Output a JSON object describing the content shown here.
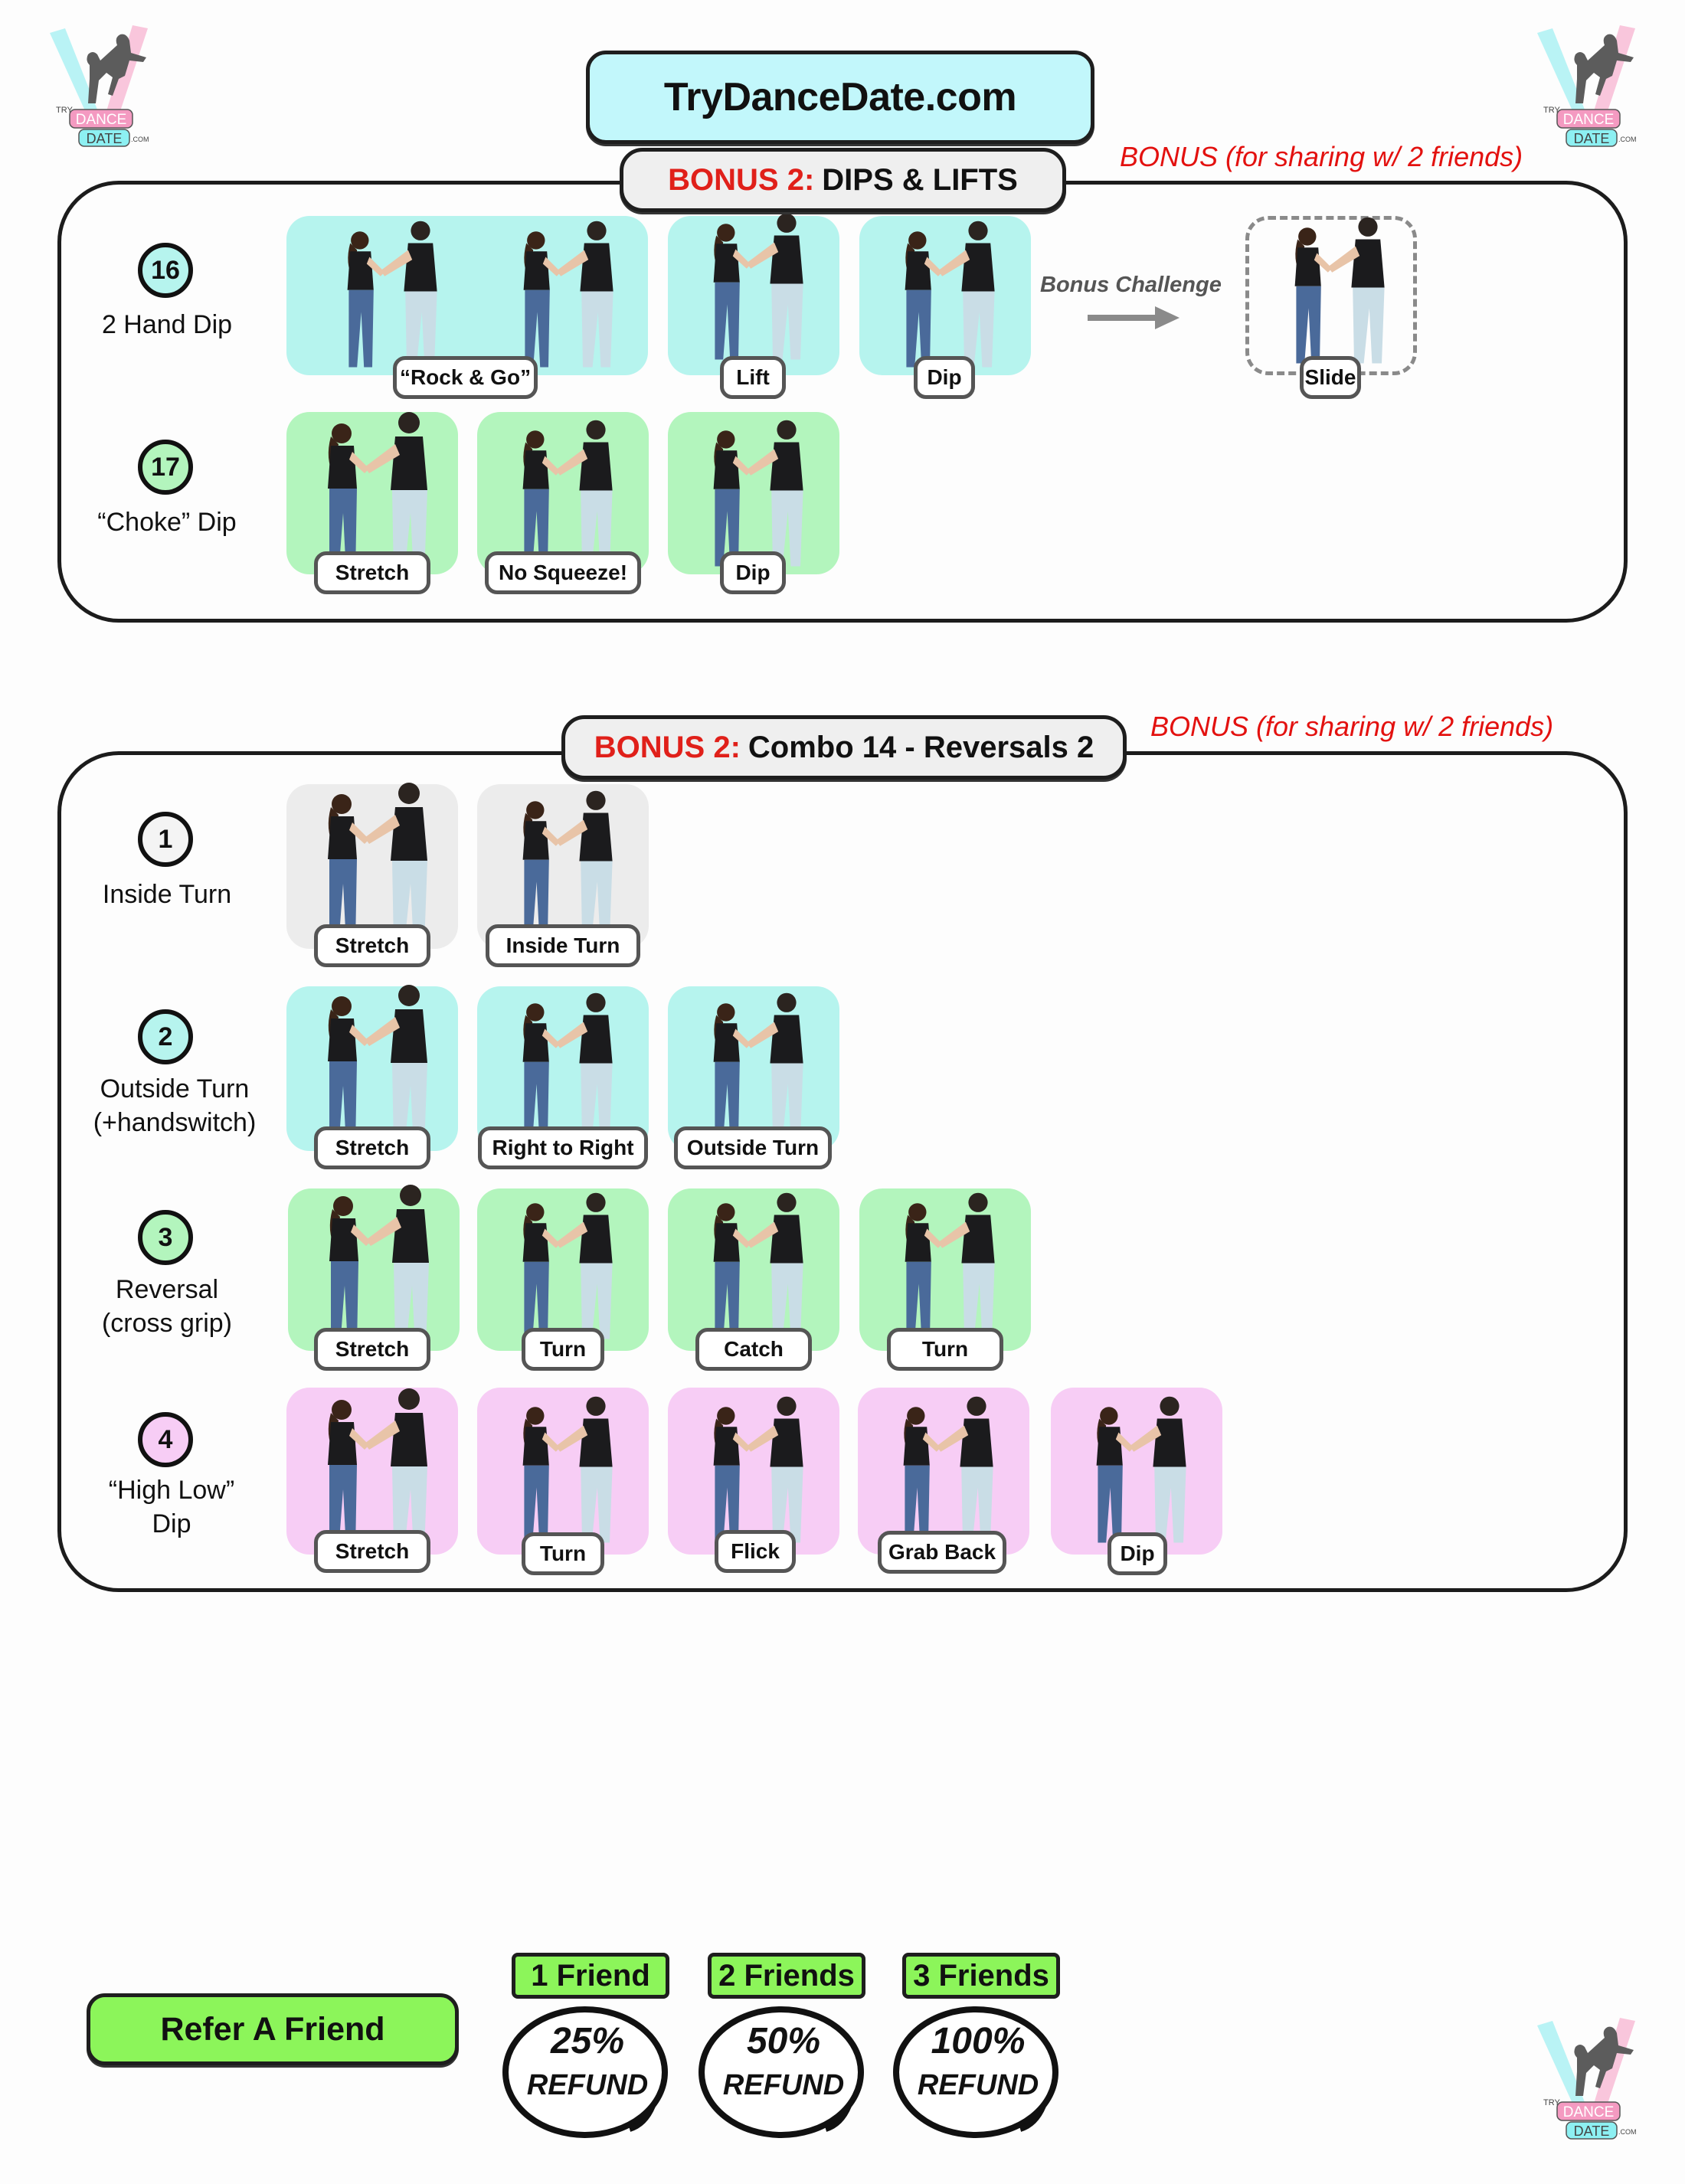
{
  "brand": {
    "logo_top_text": "TRY",
    "logo_dance": "DANCE",
    "logo_date": "DATE",
    "logo_suffix": ".COM",
    "title": "TryDanceDate.com",
    "colors": {
      "cyan": "#b6f4ee",
      "green": "#b3f5bd",
      "pink": "#f7cdf5",
      "grey": "#ececec",
      "red": "#e0201a",
      "lime": "#8cf55a"
    }
  },
  "sections": [
    {
      "header_prefix": "BONUS 2:",
      "header_title": "DIPS & LIFTS",
      "bonus_note": "BONUS (for sharing w/ 2 friends)",
      "moves": [
        {
          "number": "16",
          "name": "2 Hand Dip",
          "color": "cyan",
          "steps": [
            {
              "label": "“Rock & Go”"
            },
            {
              "label": "Lift"
            },
            {
              "label": "Dip"
            }
          ],
          "challenge": {
            "text": "Bonus Challenge",
            "step": {
              "label": "Slide"
            }
          }
        },
        {
          "number": "17",
          "name": "“Choke” Dip",
          "color": "green",
          "steps": [
            {
              "label": "Stretch"
            },
            {
              "label": "No Squeeze!"
            },
            {
              "label": "Dip"
            }
          ]
        }
      ]
    },
    {
      "header_prefix": "BONUS 2:",
      "header_title": "Combo 14 - Reversals 2",
      "bonus_note": "BONUS (for sharing w/ 2 friends)",
      "moves": [
        {
          "number": "1",
          "name_line1": "Inside Turn",
          "name_line2": "",
          "color": "grey",
          "steps": [
            {
              "label": "Stretch"
            },
            {
              "label": "Inside Turn"
            }
          ]
        },
        {
          "number": "2",
          "name_line1": "Outside Turn",
          "name_line2": "(+handswitch)",
          "color": "cyan",
          "steps": [
            {
              "label": "Stretch"
            },
            {
              "label": "Right to Right"
            },
            {
              "label": "Outside Turn"
            }
          ]
        },
        {
          "number": "3",
          "name_line1": "Reversal",
          "name_line2": "(cross grip)",
          "color": "green",
          "steps": [
            {
              "label": "Stretch"
            },
            {
              "label": "Turn"
            },
            {
              "label": "Catch"
            },
            {
              "label": "Turn"
            }
          ]
        },
        {
          "number": "4",
          "name_line1": "“High Low”",
          "name_line2": "Dip",
          "color": "pink",
          "steps": [
            {
              "label": "Stretch"
            },
            {
              "label": "Turn"
            },
            {
              "label": "Flick"
            },
            {
              "label": "Grab Back"
            },
            {
              "label": "Dip"
            }
          ]
        }
      ]
    }
  ],
  "referral": {
    "button_label": "Refer A Friend",
    "tiers": [
      {
        "friends": "1 Friend",
        "percent": "25%",
        "refund": "REFUND"
      },
      {
        "friends": "2 Friends",
        "percent": "50%",
        "refund": "REFUND"
      },
      {
        "friends": "3 Friends",
        "percent": "100%",
        "refund": "REFUND"
      }
    ]
  }
}
